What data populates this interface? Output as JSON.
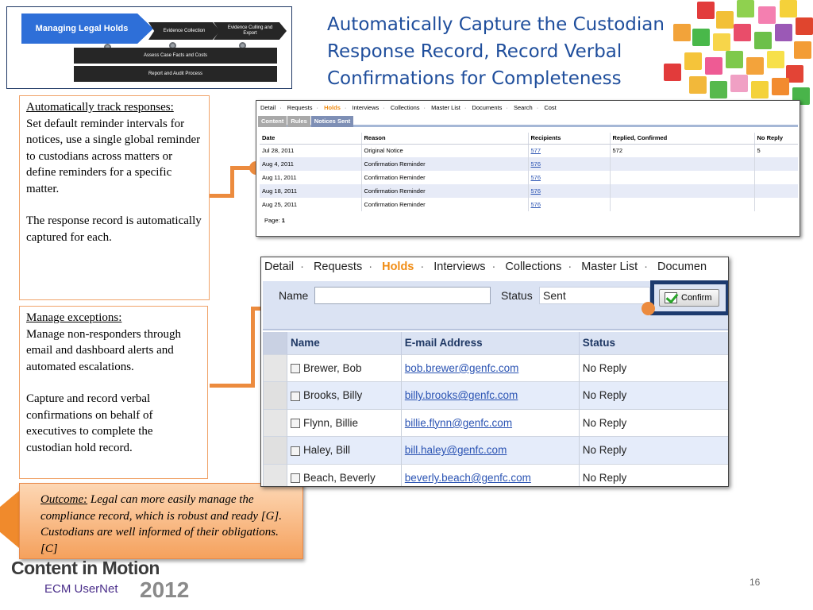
{
  "process": {
    "main": "Managing Legal Holds",
    "step1": "Evidence Collection",
    "step2": "Evidence Culling and Export",
    "bar1": "Assess Case Facts and Costs",
    "bar2": "Report and Audit Process"
  },
  "title": "Automatically Capture the Custodian Response Record, Record Verbal Confirmations for Completeness",
  "track_box": {
    "heading": "Automatically track responses:",
    "body": "Set default reminder intervals for notices, use a single global reminder to custodians across matters or define reminders for a specific matter.",
    "body2": "The response record is automatically captured for each."
  },
  "except_box": {
    "heading": "Manage exceptions:",
    "body": "Manage non-responders through  email and dashboard alerts and automated escalations.",
    "body2": "Capture and record verbal confirmations on behalf of executives to complete the custodian hold record."
  },
  "outcome": {
    "heading": "Outcome:",
    "body": " Legal can more easily manage the compliance record, which is robust and ready [G].  Custodians are well informed of their obligations.[C]"
  },
  "shot1": {
    "nav": [
      "Detail",
      "Requests",
      "Holds",
      "Interviews",
      "Collections",
      "Master List",
      "Documents",
      "Search",
      "Cost"
    ],
    "tabs": [
      "Content",
      "Rules",
      "Notices Sent"
    ],
    "columns": [
      "Date",
      "Reason",
      "Recipients",
      "Replied, Confirmed",
      "No Reply"
    ],
    "rows": [
      {
        "date": "Jul 28, 2011",
        "reason": "Original Notice",
        "recipients": "577",
        "replied": "572",
        "noreply": "5"
      },
      {
        "date": "Aug 4, 2011",
        "reason": "Confirmation Reminder",
        "recipients": "576",
        "replied": "",
        "noreply": ""
      },
      {
        "date": "Aug 11, 2011",
        "reason": "Confirmation Reminder",
        "recipients": "576",
        "replied": "",
        "noreply": ""
      },
      {
        "date": "Aug 18, 2011",
        "reason": "Confirmation Reminder",
        "recipients": "576",
        "replied": "",
        "noreply": ""
      },
      {
        "date": "Aug 25, 2011",
        "reason": "Confirmation Reminder",
        "recipients": "576",
        "replied": "",
        "noreply": ""
      }
    ],
    "page_label": "Page:",
    "page_value": "1"
  },
  "shot2": {
    "nav": [
      "Detail",
      "Requests",
      "Holds",
      "Interviews",
      "Collections",
      "Master List",
      "Documen"
    ],
    "name_label": "Name",
    "name_value": "",
    "status_label": "Status",
    "status_value": "Sent",
    "confirm_label": "Confirm",
    "columns": [
      "Name",
      "E-mail Address",
      "Status"
    ],
    "rows": [
      {
        "name": "Brewer, Bob",
        "email": "bob.brewer@genfc.com",
        "status": "No Reply"
      },
      {
        "name": "Brooks, Billy",
        "email": "billy.brooks@genfc.com",
        "status": "No Reply"
      },
      {
        "name": "Flynn, Billie",
        "email": "billie.flynn@genfc.com",
        "status": "No Reply"
      },
      {
        "name": "Haley, Bill",
        "email": "bill.haley@genfc.com",
        "status": "No Reply"
      },
      {
        "name": "Beach, Beverly",
        "email": "beverly.beach@genfc.com",
        "status": "No Reply"
      }
    ]
  },
  "footer": {
    "logo": "Content in Motion",
    "sub": "ECM UserNet",
    "year": "2012",
    "page": "16"
  },
  "colors": {
    "accent_orange": "#ec8b3e",
    "title_blue": "#1f4e9c",
    "holds_active": "#f08c14"
  }
}
